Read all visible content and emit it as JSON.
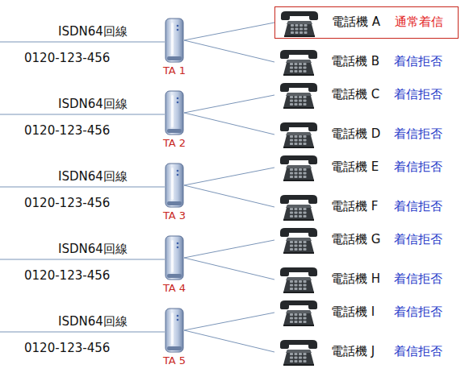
{
  "diagram": {
    "nodes": [
      {
        "text": [
          "TA 1"
        ]
      },
      {
        "text": [
          "電話機 A",
          "通常着信"
        ]
      },
      {
        "text": [
          "電話機 B",
          "着信拒否"
        ]
      },
      {
        "text": [
          "TA 2"
        ]
      },
      {
        "text": [
          "電話機 C",
          "着信拒否"
        ]
      },
      {
        "text": [
          "電話機 D",
          "着信拒否"
        ]
      },
      {
        "text": [
          "TA 3"
        ]
      },
      {
        "text": [
          "電話機 E",
          "着信拒否"
        ]
      },
      {
        "text": [
          "電話機 F",
          "着信拒否"
        ]
      },
      {
        "text": [
          "TA 4"
        ]
      },
      {
        "text": [
          "電話機 G",
          "着信拒否"
        ]
      },
      {
        "text": [
          "電話機 H",
          "着信拒否"
        ]
      },
      {
        "text": [
          "TA 5"
        ]
      },
      {
        "text": [
          "電話機 I",
          "着信拒否"
        ]
      },
      {
        "text": [
          "電話機 J",
          "着信拒否"
        ]
      }
    ],
    "edges": [
      {
        "from": 0,
        "to": 1,
        "arrow": "none"
      },
      {
        "from": 0,
        "to": 2,
        "arrow": "none"
      },
      {
        "from": 3,
        "to": 4,
        "arrow": "none"
      },
      {
        "from": 3,
        "to": 5,
        "arrow": "none"
      },
      {
        "from": 6,
        "to": 7,
        "arrow": "none"
      },
      {
        "from": 6,
        "to": 8,
        "arrow": "none"
      },
      {
        "from": 9,
        "to": 10,
        "arrow": "none"
      },
      {
        "from": 9,
        "to": 11,
        "arrow": "none"
      },
      {
        "from": 12,
        "to": 13,
        "arrow": "none"
      },
      {
        "from": 12,
        "to": 14,
        "arrow": "none"
      }
    ],
    "labels": [
      "ISDN64回線",
      "0120-123-456",
      "ISDN64回線",
      "0120-123-456",
      "ISDN64回線",
      "0120-123-456",
      "ISDN64回線",
      "0120-123-456",
      "ISDN64回線",
      "0120-123-456"
    ]
  }
}
